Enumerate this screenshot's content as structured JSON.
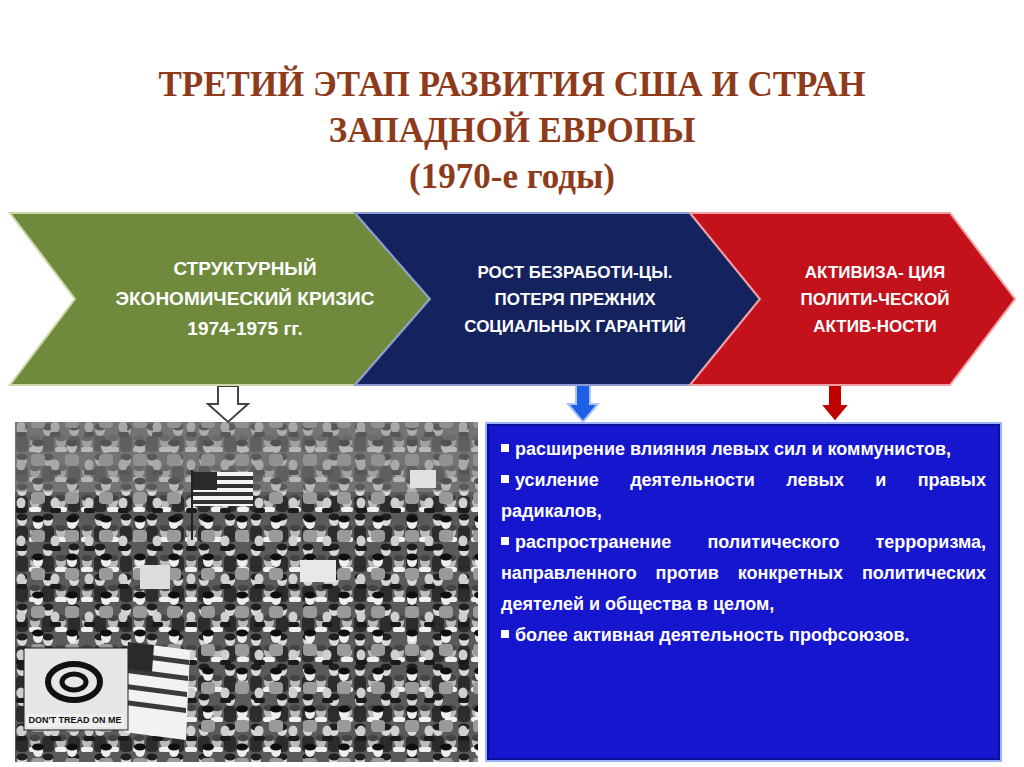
{
  "diagram": {
    "title": "ТРЕТИЙ ЭТАП РАЗВИТИЯ США И СТРАН ЗАПАДНОЙ ЕВРОПЫ",
    "nodes": [
      {
        "text": [
          "СТРУКТУРНЫЙ ЭКОНОМИЧЕСКИЙ КРИЗИС 1974-1975 гг."
        ]
      },
      {
        "text": [
          "РОСТ БЕЗРАБОТИ-ЦЫ. ПОТЕРЯ ПРЕЖНИХ СОЦИАЛЬНЫХ ГАРАНТИЙ"
        ]
      },
      {
        "text": [
          "АКТИВИЗА- ЦИЯ ПОЛИТИ-ЧЕСКОЙ АКТИВ-НОСТИ"
        ]
      },
      {
        "text": [
          "расширение влияния левых сил и коммунистов,",
          "усиление деятельности левых и правых радикалов,",
          "распространение политического терроризма, направленного против конкретных политических деятелей и общества в целом,",
          "более активная деятельность профсоюзов."
        ]
      }
    ],
    "edges": [
      {
        "from": 1,
        "to": 3,
        "arrow": "to"
      },
      {
        "from": 2,
        "to": 3,
        "arrow": "to"
      }
    ],
    "labels": [
      "(1970-е годы)",
      "DON'T TREAD ON ME"
    ]
  }
}
